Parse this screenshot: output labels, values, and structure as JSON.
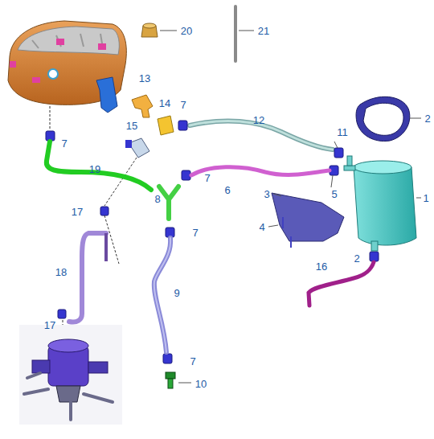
{
  "diagram": {
    "labels": [
      "20",
      "21",
      "13",
      "14",
      "7",
      "2",
      "12",
      "15",
      "11",
      "7",
      "19",
      "6",
      "7",
      "3",
      "5",
      "1",
      "8",
      "17",
      "4",
      "7",
      "2",
      "16",
      "18",
      "9",
      "17",
      "7",
      "10"
    ]
  }
}
